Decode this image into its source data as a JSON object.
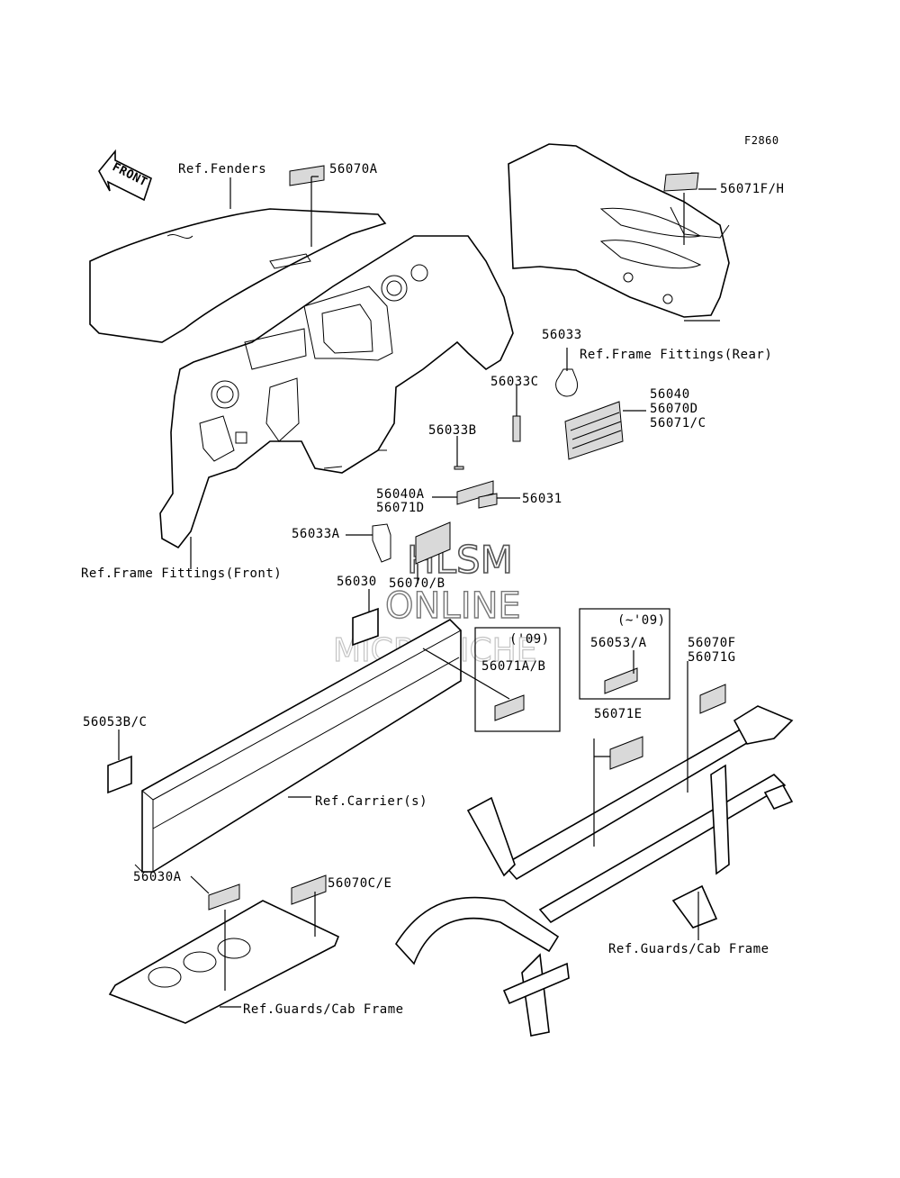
{
  "diagram": {
    "figure_code": "F2860",
    "front_arrow": "FRONT",
    "watermark": [
      "HLSM",
      "ONLINE",
      "MICROFICHE"
    ],
    "labels": {
      "ref_fenders": "Ref.Fenders",
      "p56070A": "56070A",
      "p56071FH": "56071F/H",
      "p56033": "56033",
      "ref_frame_rear": "Ref.Frame Fittings(Rear)",
      "p56033C": "56033C",
      "p56040": "56040",
      "p56070D": "56070D",
      "p56071C": "56071/C",
      "p56033B": "56033B",
      "p56040A": "56040A",
      "p56071D": "56071D",
      "p56031": "56031",
      "p56033A": "56033A",
      "ref_frame_front": "Ref.Frame Fittings(Front)",
      "p56030": "56030",
      "p56070B": "56070/B",
      "note_09": "('09)",
      "p56071AB": "56071A/B",
      "note_to09": "(~'09)",
      "p56053A": "56053/A",
      "p56070F": "56070F",
      "p56071G": "56071G",
      "p56053BC": "56053B/C",
      "p56071E": "56071E",
      "ref_carrier": "Ref.Carrier(s)",
      "p56030A": "56030A",
      "p56070CE": "56070C/E",
      "ref_guards_right": "Ref.Guards/Cab Frame",
      "ref_guards_bottom": "Ref.Guards/Cab Frame"
    }
  }
}
